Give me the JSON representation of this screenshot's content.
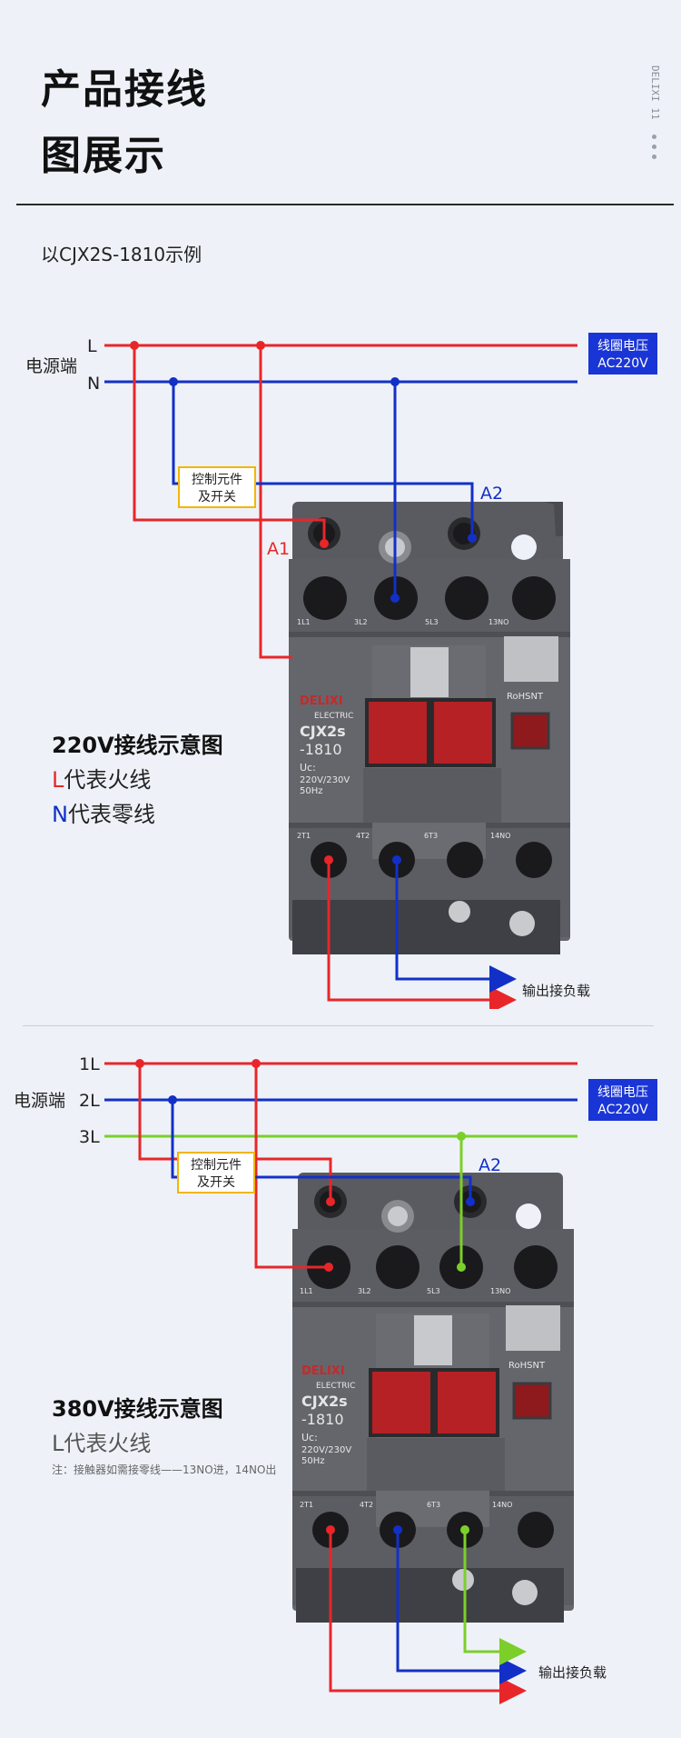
{
  "header": {
    "title_line1": "产品接线",
    "title_line2": "图展示",
    "brand_vertical": "DELIXI 11"
  },
  "subtitle": "以CJX2S-1810示例",
  "diagram220": {
    "power_label": "电源端",
    "line_L": "L",
    "line_N": "N",
    "coil_voltage_line1": "线圈电压",
    "coil_voltage_line2": "AC220V",
    "control_line1": "控制元件",
    "control_line2": "及开关",
    "a1": "A1",
    "a2": "A2",
    "output": "输出接负载",
    "title": "220V接线示意图",
    "legend_L_letter": "L",
    "legend_L_text": "代表火线",
    "legend_N_letter": "N",
    "legend_N_text": "代表零线"
  },
  "diagram380": {
    "power_label": "电源端",
    "line_1L": "1L",
    "line_2L": "2L",
    "line_3L": "3L",
    "coil_voltage_line1": "线圈电压",
    "coil_voltage_line2": "AC220V",
    "control_line1": "控制元件",
    "control_line2": "及开关",
    "a2": "A2",
    "output": "输出接负载",
    "title": "380V接线示意图",
    "legend": "L代表火线",
    "note": "注：接触器如需接零线——13NO进，14NO出"
  },
  "device": {
    "brand": "DELIXI",
    "brand_sub": "ELECTRIC",
    "model1": "CJX2s",
    "model2": "-1810",
    "uc": "Uc:",
    "rating": "220V/230V",
    "freq": "50Hz",
    "rohs": "RoHSNT",
    "top_terminals": [
      "1L1",
      "3L2",
      "5L3",
      "13NO"
    ],
    "bottom_terminals": [
      "2T1",
      "4T2",
      "6T3",
      "14NO"
    ]
  },
  "colors": {
    "live": "#e8262a",
    "neutral": "#1230c8",
    "phase3": "#7ccf2a",
    "badge_bg": "#1a35d6",
    "control_border": "#f2b600"
  }
}
